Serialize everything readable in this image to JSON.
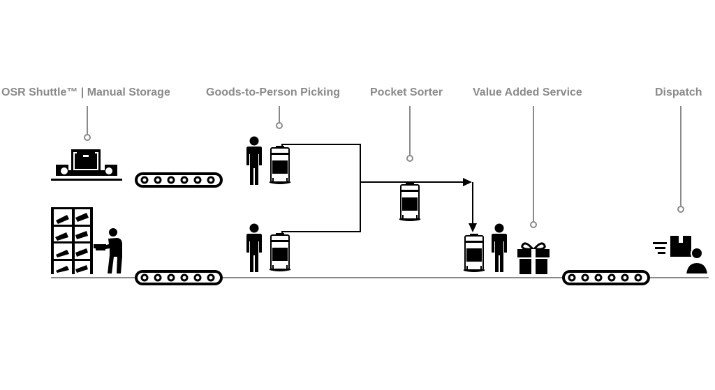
{
  "stages": [
    {
      "label": "OSR Shuttle™ | Manual Storage"
    },
    {
      "label": "Goods-to-Person Picking"
    },
    {
      "label": "Pocket Sorter"
    },
    {
      "label": "Value Added Service"
    },
    {
      "label": "Dispatch"
    }
  ],
  "colors": {
    "label": "#8a8a8a",
    "line": "#8a8a8a",
    "icon": "#000000"
  },
  "icons": [
    "shuttle-icon",
    "shelving-icon",
    "person-icon",
    "pocket-bag-icon",
    "conveyor-icon",
    "gift-icon",
    "dispatch-person-icon"
  ]
}
